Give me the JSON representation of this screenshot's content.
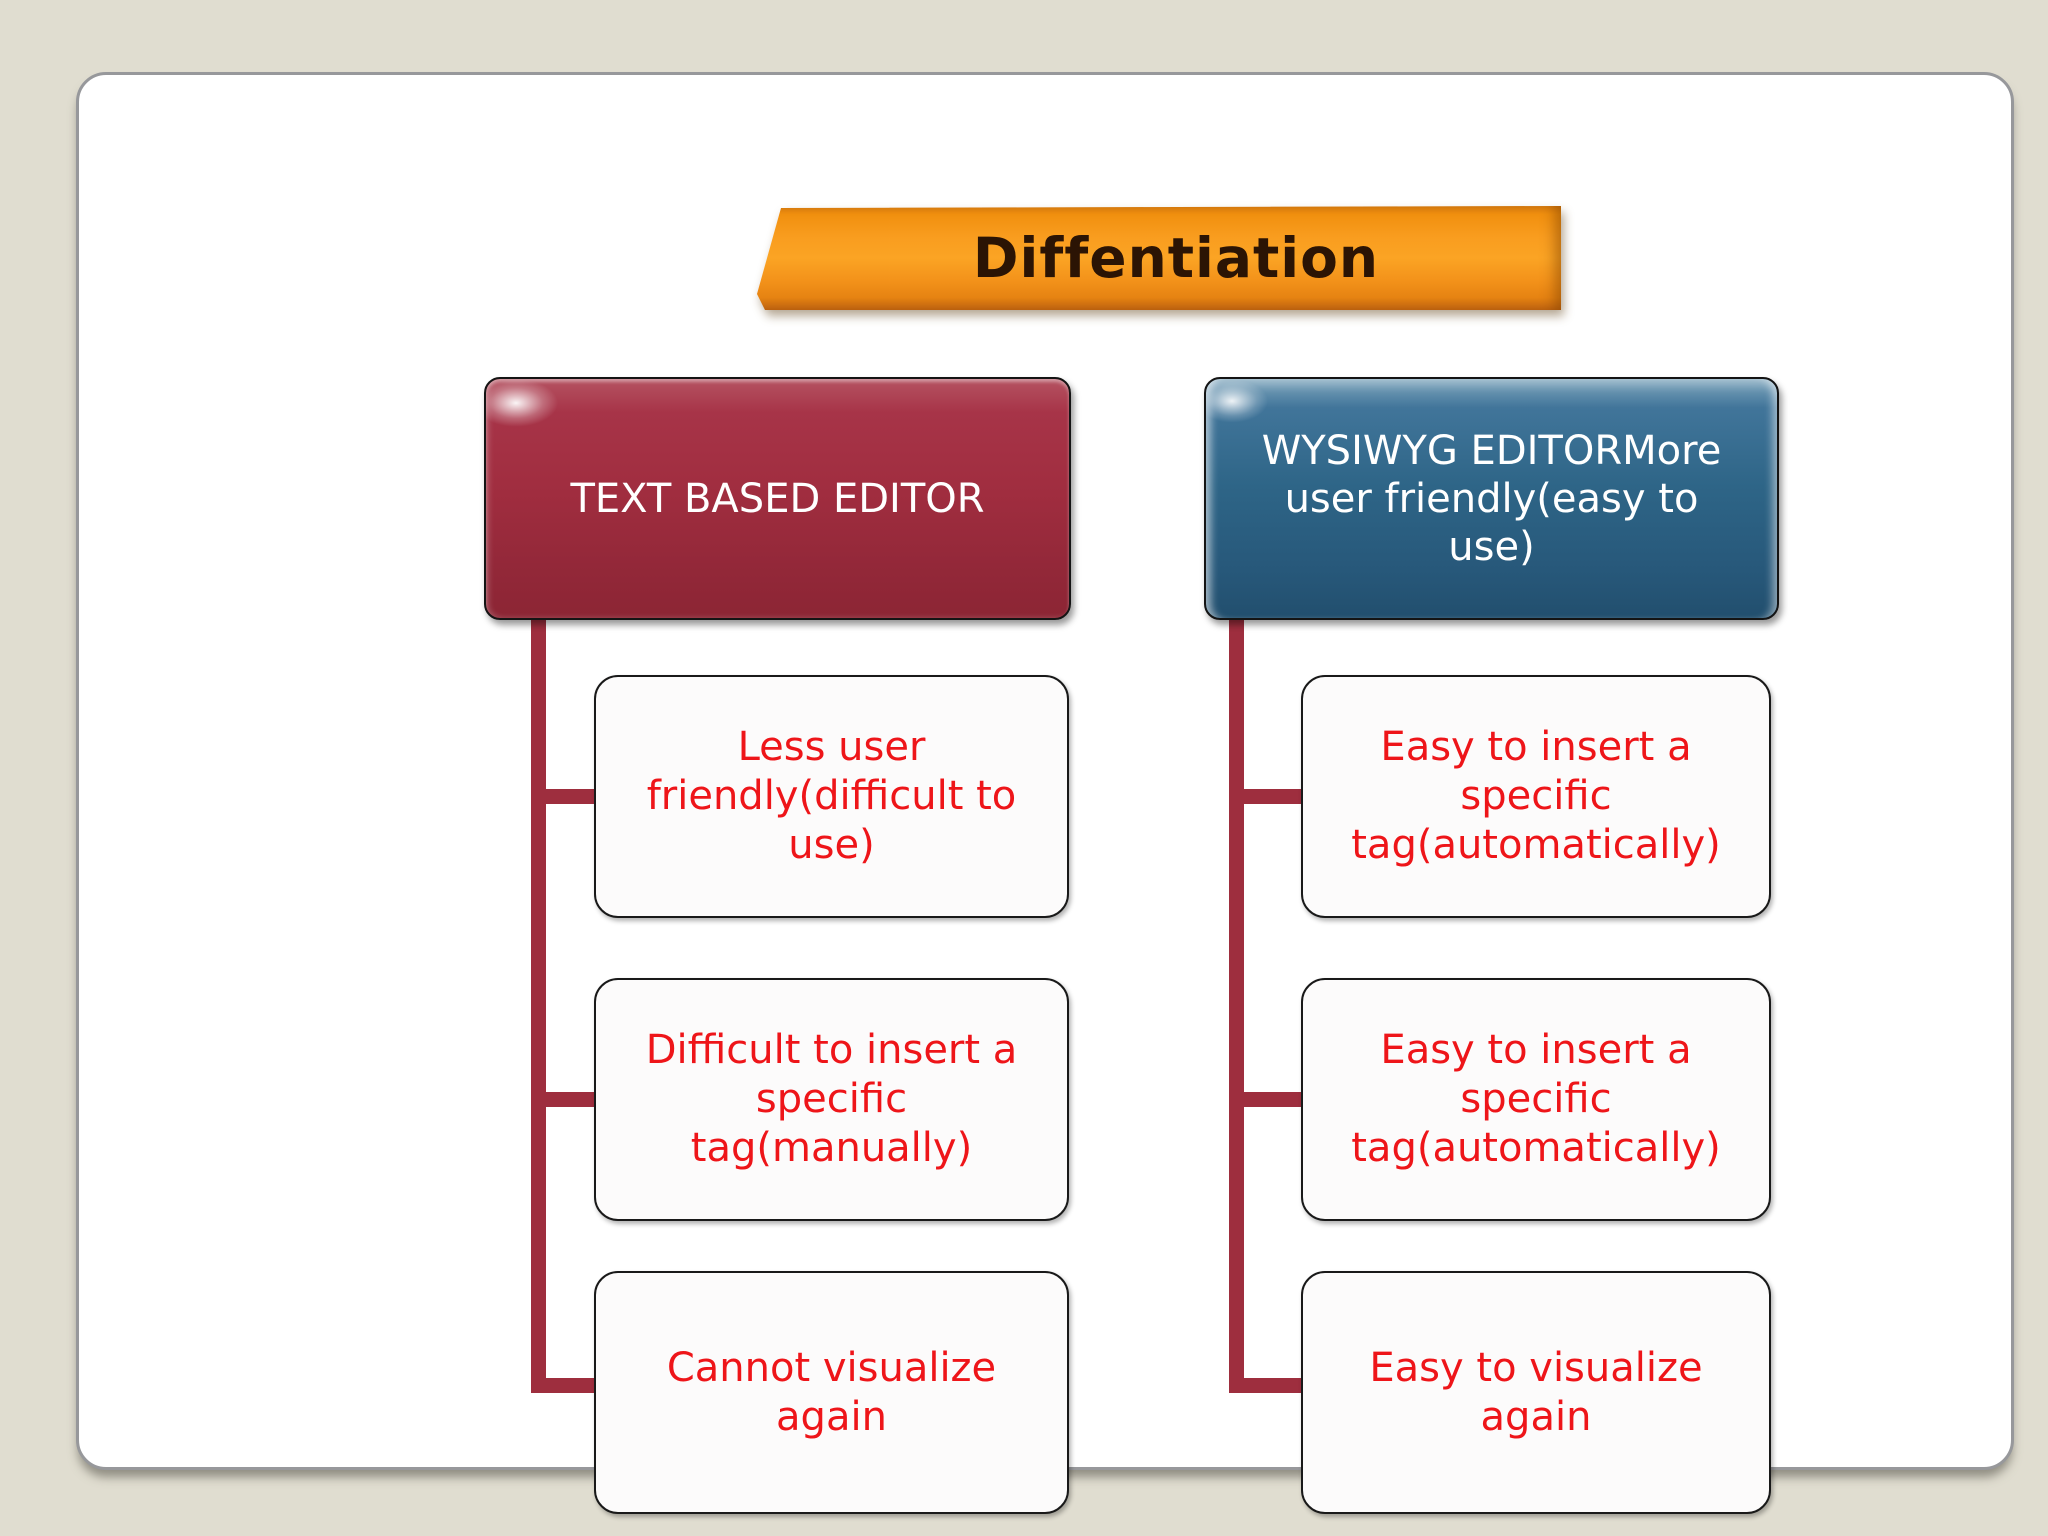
{
  "slide": {
    "title": "Diffentiation",
    "colors": {
      "page_background": "#e0ddd0",
      "card_background": "#ffffff",
      "card_border": "#97989b",
      "banner_orange": "#f89c1e",
      "banner_text": "#2b1404",
      "connector_maroon": "#9e2e3e",
      "header_red": "#9e2b3c",
      "header_blue": "#2d6385",
      "header_text": "#ffffff",
      "child_box_background": "#fcfbfb",
      "child_text_red": "#ee1519"
    }
  },
  "diagram": {
    "columns": [
      {
        "header": "TEXT BASED EDITOR",
        "children": [
          "Less user friendly(difficult to use)",
          "Difficult to insert a specific tag(manually)",
          "Cannot visualize again"
        ]
      },
      {
        "header": "WYSIWYG EDITORMore user friendly(easy to use)",
        "children": [
          "Easy to insert a specific tag(automatically)",
          "Easy to insert a specific tag(automatically)",
          "Easy to visualize again"
        ]
      }
    ]
  }
}
